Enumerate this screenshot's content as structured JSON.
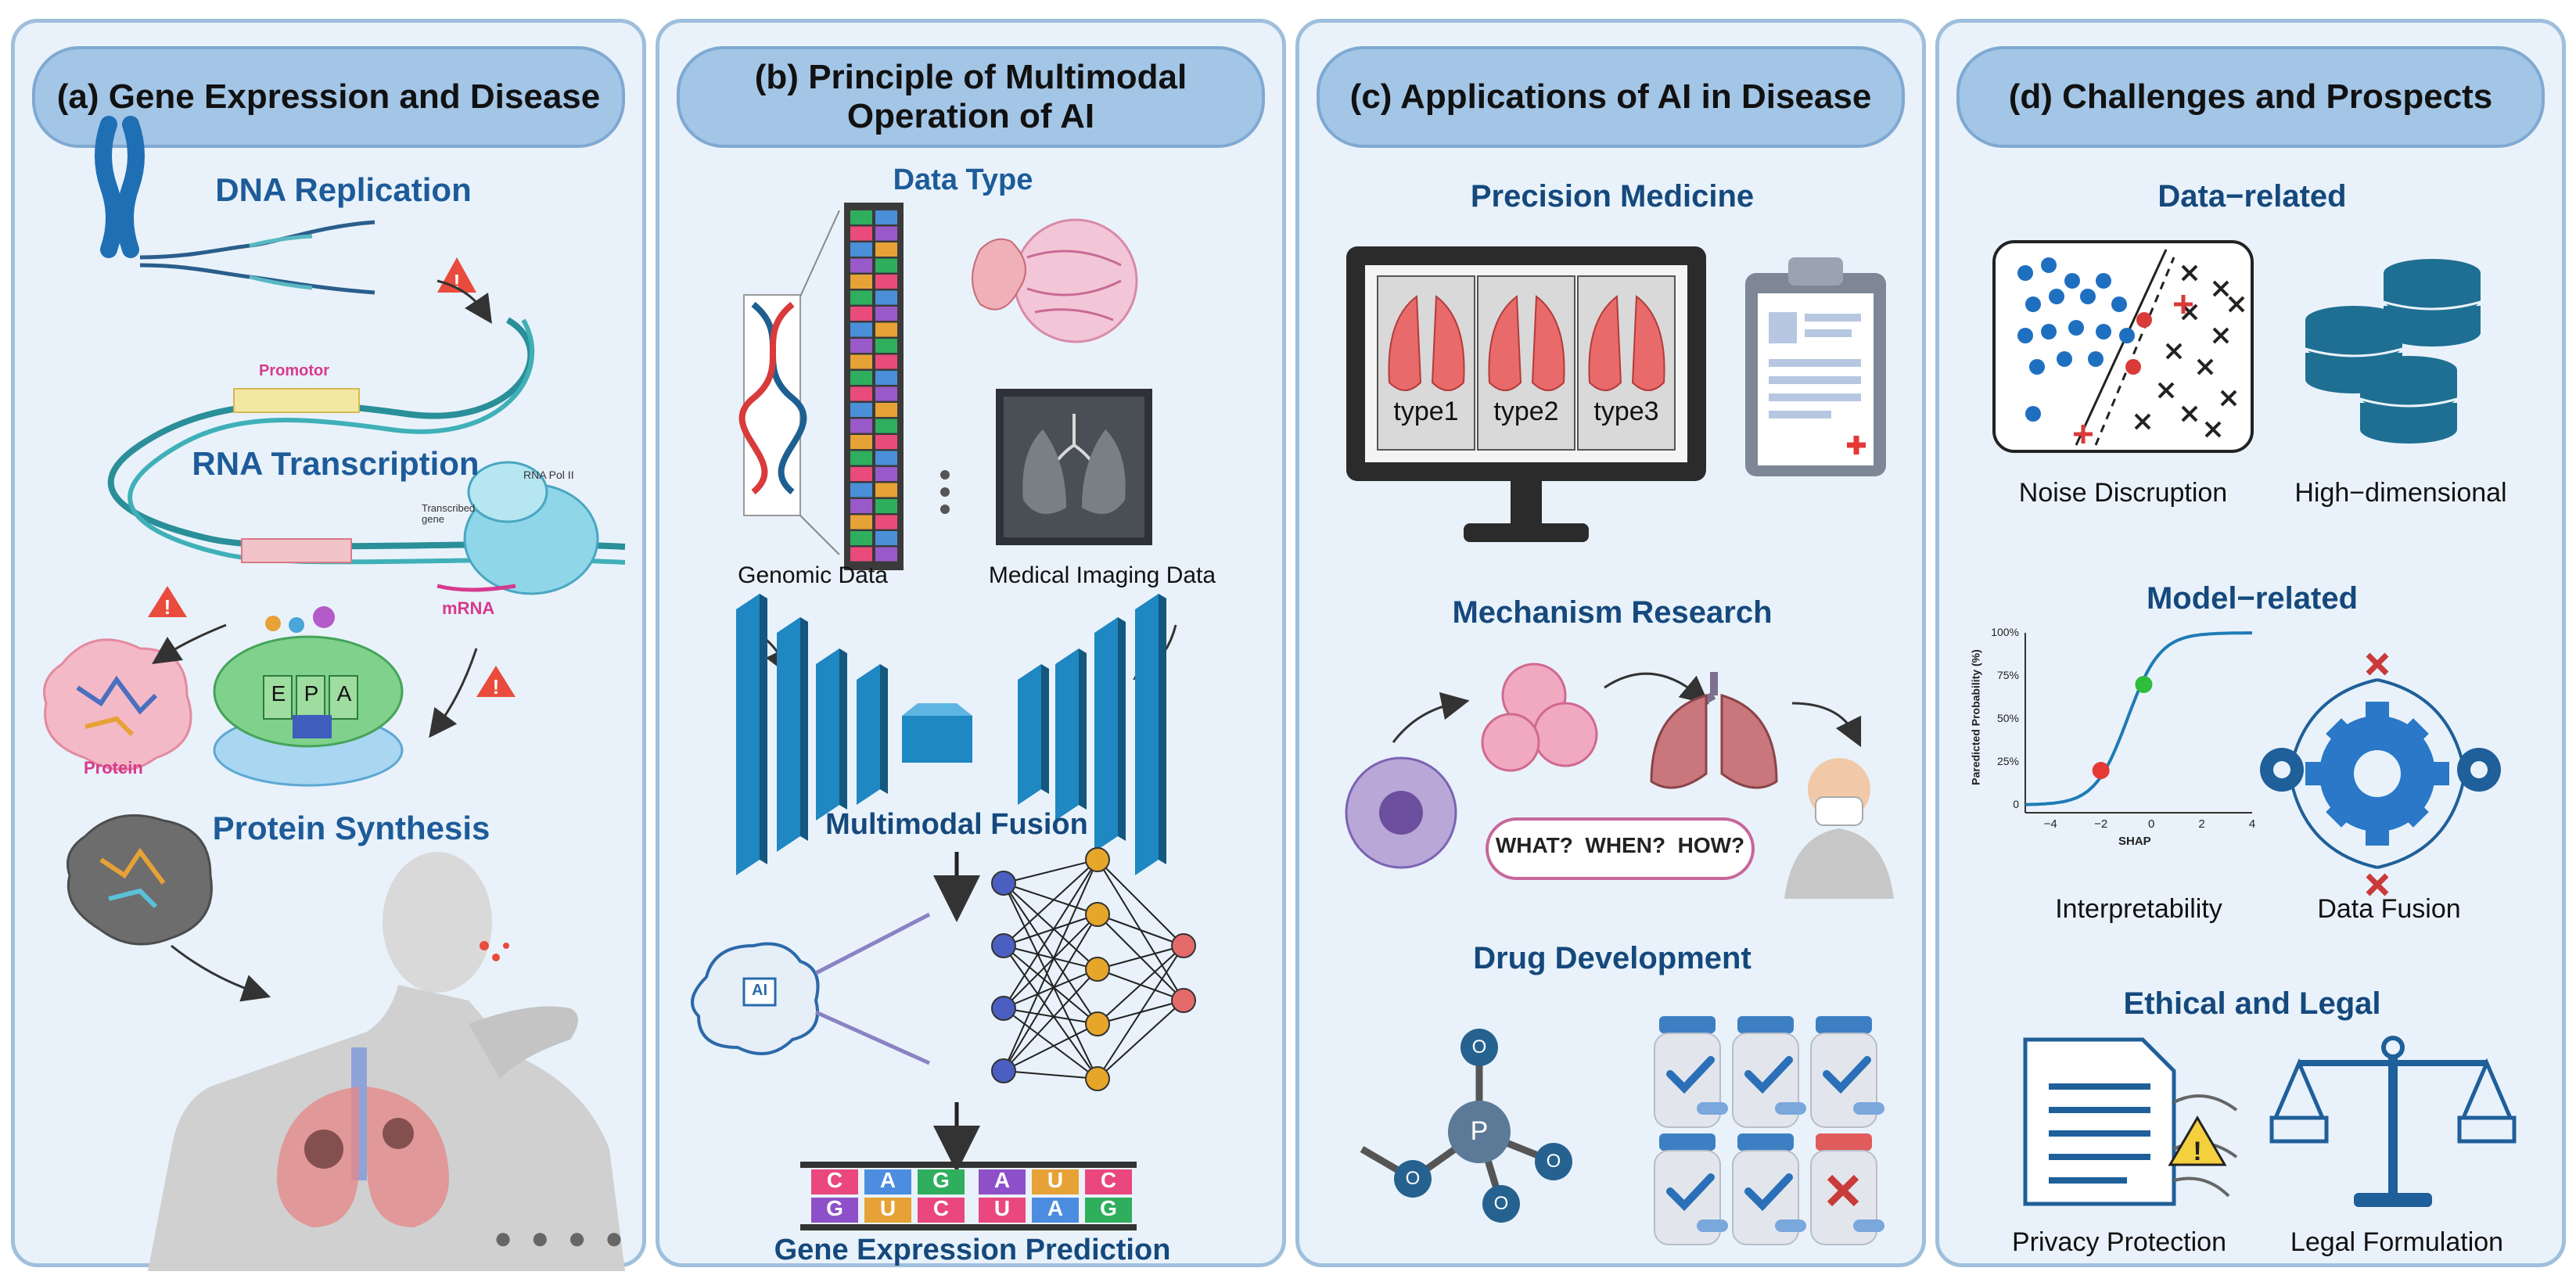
{
  "panels": {
    "a": {
      "title": "(a) Gene Expression and Disease",
      "dna_replication": "DNA Replication",
      "rna_transcription": "RNA Transcription",
      "protein_synthesis": "Protein Synthesis",
      "promotor": "Promotor",
      "rna_pol": "RNA Pol II",
      "transcribed_gene": "Transcribed gene",
      "mrna": "mRNA",
      "protein": "Protein",
      "ribosome_sites": [
        "E",
        "P",
        "A"
      ]
    },
    "b": {
      "title": "(b) Principle of Multimodal Operation of AI",
      "data_type": "Data Type",
      "genomic": "Genomic Data",
      "imaging": "Medical Imaging Data",
      "fusion": "Multimodal Fusion",
      "ai_chip": "AI",
      "prediction": "Gene Expression Prediction",
      "sequence_top": [
        "C",
        "A",
        "G",
        "A",
        "U",
        "C"
      ],
      "sequence_bottom": [
        "G",
        "U",
        "C",
        "U",
        "A",
        "G"
      ]
    },
    "c": {
      "title": "(c) Applications of AI in Disease",
      "precision": "Precision Medicine",
      "types": [
        "type1",
        "type2",
        "type3"
      ],
      "mechanism": "Mechanism Research",
      "question": "WHAT?  WHEN?  HOW?",
      "drug": "Drug Development",
      "phosphate": {
        "center": "P",
        "oxygen": "O"
      }
    },
    "d": {
      "title": "(d) Challenges and Prospects",
      "data_related": "Data−related",
      "noise": "Noise Discruption",
      "high_dim": "High−dimensional",
      "model_related": "Model−related",
      "interpretability": "Interpretability",
      "data_fusion": "Data Fusion",
      "ethical": "Ethical and Legal",
      "privacy": "Privacy Protection",
      "legal": "Legal Formulation"
    }
  },
  "chart_data": {
    "type": "line",
    "xlabel": "SHAP",
    "ylabel": "Paredicted Probability (%)",
    "x_ticks": [
      -4,
      -2,
      0,
      2,
      4
    ],
    "y_ticks": [
      "0",
      "25%",
      "50%",
      "75%",
      "100%"
    ],
    "xlim": [
      -5,
      4
    ],
    "ylim": [
      0,
      100
    ],
    "points": [
      {
        "x": -2,
        "y": 20,
        "color": "#e53935"
      },
      {
        "x": -0.3,
        "y": 70,
        "color": "#2ebd3c"
      }
    ]
  },
  "colors": {
    "title_blue": "#1d5b99",
    "panel_bg": "#e9f2fa",
    "header_bg": "#a3c5e6",
    "accent_red": "#e53935",
    "accent_green": "#2ebd3c"
  }
}
